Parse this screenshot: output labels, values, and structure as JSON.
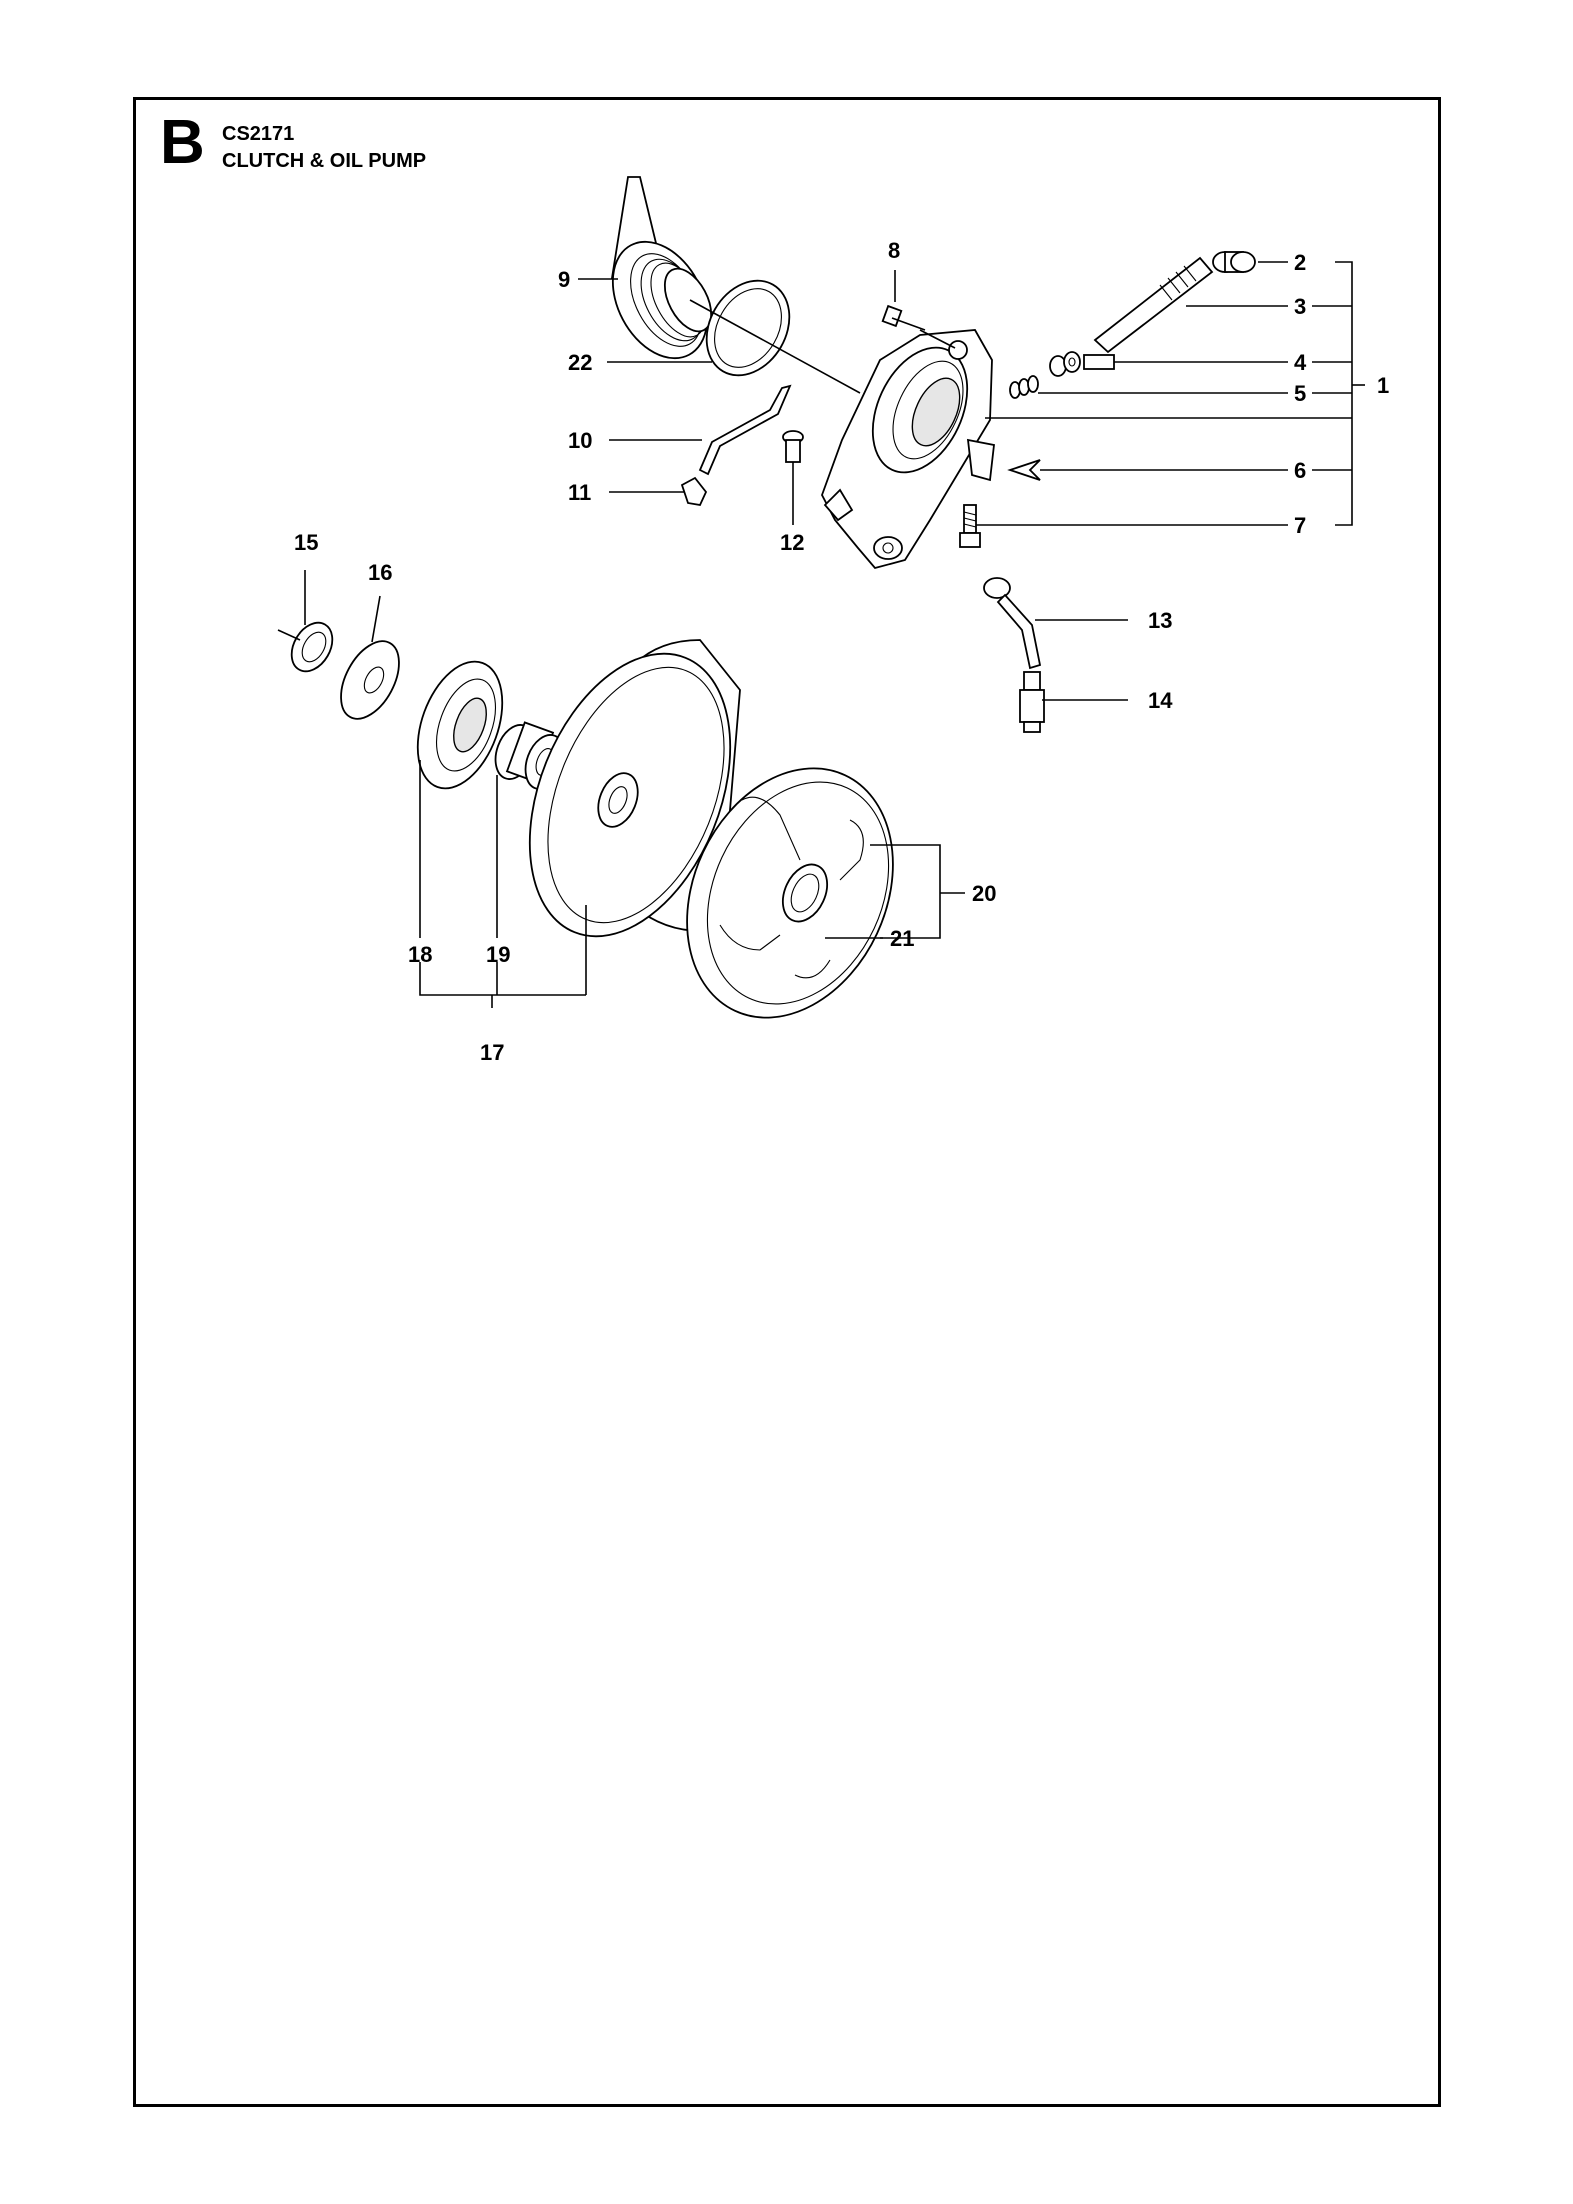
{
  "header": {
    "section_letter": "B",
    "model": "CS2171",
    "title": "CLUTCH & OIL PUMP"
  },
  "callouts": {
    "c1": "1",
    "c2": "2",
    "c3": "3",
    "c4": "4",
    "c5": "5",
    "c6": "6",
    "c7": "7",
    "c8": "8",
    "c9": "9",
    "c10": "10",
    "c11": "11",
    "c12": "12",
    "c13": "13",
    "c14": "14",
    "c15": "15",
    "c16": "16",
    "c17": "17",
    "c18": "18",
    "c19": "19",
    "c20": "20",
    "c21": "21",
    "c22": "22"
  }
}
